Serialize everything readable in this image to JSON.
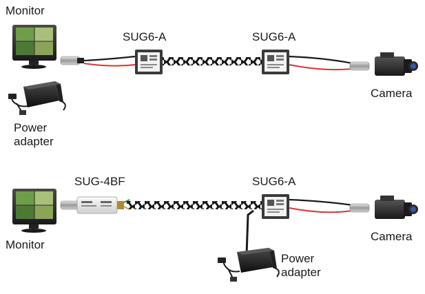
{
  "top_row": {
    "monitor_label": "Monitor",
    "power_adapter_label": "Power\nadapter",
    "balun_left_label": "SUG6-A",
    "balun_right_label": "SUG6-A",
    "camera_label": "Camera",
    "balun_left_text": "SUG6-A",
    "balun_right_text": "SUG6-A"
  },
  "bottom_row": {
    "monitor_label": "Monitor",
    "receiver_label": "SUG-4BF",
    "balun_label": "SUG6-A",
    "camera_label": "Camera",
    "power_adapter_label": "Power\nadapter",
    "balun_text": "SUG6-A"
  },
  "colors": {
    "cable_black": "#1b1b1b",
    "wire_red": "#d8313a",
    "balun_body": "#3a3a3a",
    "label_white": "#f2f2f2",
    "camera_body": "#2c2c2c",
    "monitor_bezel": "#2a2a2a",
    "twisted_pair": "#161616"
  }
}
